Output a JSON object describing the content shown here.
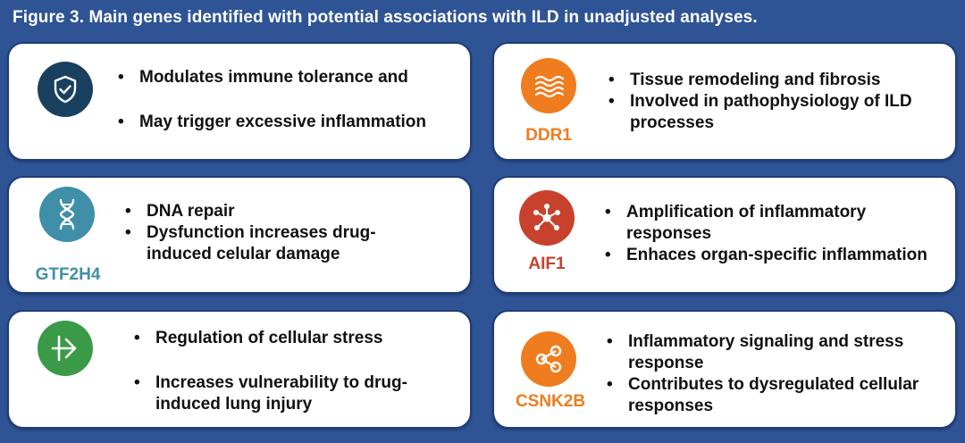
{
  "figure": {
    "title": "Figure 3. Main genes identified with potential associations with ILD in unadjusted analyses."
  },
  "cards": [
    {
      "gene": "",
      "icon": "shield-check-icon",
      "color": "#1a4060",
      "bullets": [
        "Modulates immune tolerance and",
        "May trigger excessive inflammation"
      ]
    },
    {
      "gene": "DDR1",
      "icon": "waves-icon",
      "color": "#ef7d1f",
      "bullets": [
        "Tissue remodeling and fibrosis",
        "Involved in pathophysiology of ILD processes"
      ]
    },
    {
      "gene": "GTF2H4",
      "icon": "dna-icon",
      "color": "#3f8fa8",
      "bullets": [
        "DNA repair",
        "Dysfunction increases drug-induced celular damage"
      ]
    },
    {
      "gene": "AIF1",
      "icon": "network-icon",
      "color": "#c8412c",
      "bullets": [
        "Amplification of inflammatory responses",
        "Enhaces organ-specific inflammation"
      ]
    },
    {
      "gene": "",
      "icon": "arrow-right-icon",
      "color": "#3a9a48",
      "bullets": [
        "Regulation of cellular stress",
        "Increases vulnerability to drug-induced lung injury"
      ]
    },
    {
      "gene": "CSNK2B",
      "icon": "share-icon",
      "color": "#ef7d1f",
      "bullets": [
        "Inflammatory signaling and stress response",
        "Contributes to dysregulated cellular responses"
      ]
    }
  ]
}
